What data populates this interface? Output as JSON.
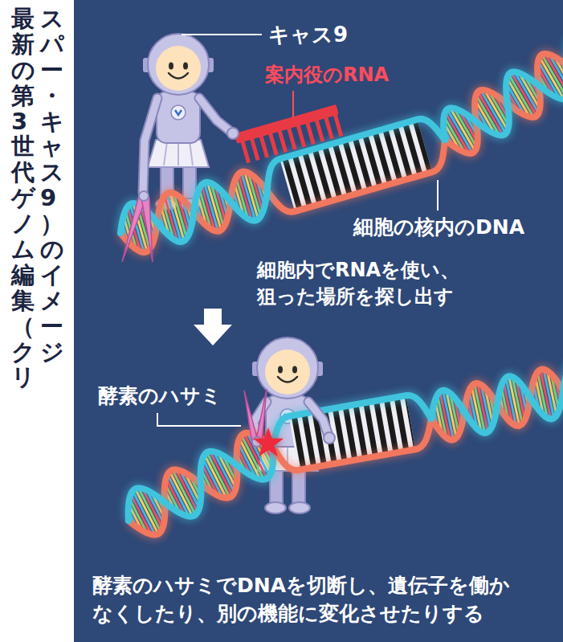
{
  "diagram": {
    "title": "最新の第3世代ゲノム編集（クリスパー・キャス9）のイメージ",
    "labels": [
      "キャス9",
      "案内役のRNA",
      "細胞の核内のDNA",
      "細胞内でRNAを使い、 狙った場所を探し出す",
      "酵素のハサミ",
      "酵素のハサミでDNAを切断し、遺伝子を働か なくしたり、別の機能に変化させたりする"
    ]
  }
}
